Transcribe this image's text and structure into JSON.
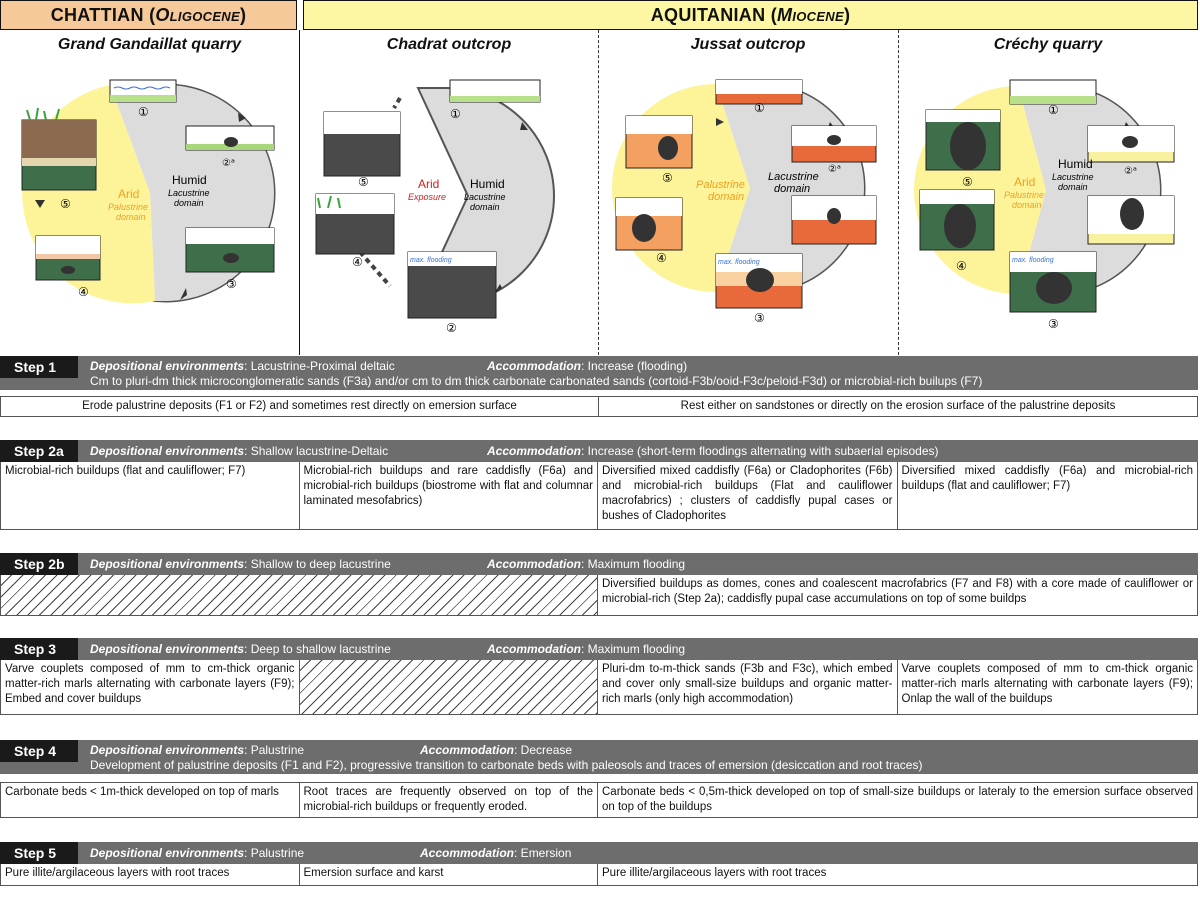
{
  "headers": {
    "chattian": "CHATTIAN",
    "chattian_sub": "Oligocene",
    "aquitanian": "AQUITANIAN",
    "aquitanian_sub": "Miocene"
  },
  "localities": [
    "Grand Gandaillat quarry",
    "Chadrat outcrop",
    "Jussat outcrop",
    "Créchy quarry"
  ],
  "panel_labels": {
    "arid": "Arid",
    "humid": "Humid",
    "palustrine": "Palustrine",
    "domain": "domain",
    "lacustrine": "Lacustrine",
    "exposure": "Exposure",
    "max_flooding": "max. flooding",
    "n1": "①",
    "n2": "②",
    "n2a": "2a",
    "n3": "③",
    "n4": "④",
    "n5": "⑤"
  },
  "steps": [
    {
      "label": "Step 1",
      "de_key": "Depositional environments",
      "de": ": Lacustrine-Proximal deltaic",
      "ac_key": "Accommodation",
      "ac": ": Increase (flooding)",
      "sub": "Cm to pluri-dm thick microconglomeratic sands (F3a) and/or cm to dm thick carbonate carbonated sands (cortoid-F3b/ooid-F3c/peloid-F3d) or microbial-rich builups (F7)",
      "cells": [
        "Erode palustrine deposits (F1 or F2) and sometimes rest directly on emersion surface",
        "Rest either on sandstones or directly on the erosion surface of the palustrine deposits"
      ]
    },
    {
      "label": "Step 2a",
      "de_key": "Depositional environments",
      "de": ": Shallow lacustrine-Deltaic",
      "ac_key": "Accommodation",
      "ac": ": Increase (short-term floodings alternating with subaerial episodes)",
      "cells": [
        "Microbial-rich buildups (flat and cauliflower; F7)",
        "Microbial-rich buildups and rare caddisfly (F6a) and microbial-rich buildups (biostrome with flat and columnar laminated mesofabrics)",
        "Diversified mixed caddisfly (F6a) or Cladophorites (F6b) and microbial-rich buildups (Flat and cauliflower macrofabrics) ; clusters of caddisfly pupal cases or bushes of Cladophorites",
        "Diversified mixed caddisfly (F6a) and microbial-rich buildups (flat and cauliflower; F7)"
      ]
    },
    {
      "label": "Step 2b",
      "de_key": "Depositional environments",
      "de": ": Shallow to deep lacustrine",
      "ac_key": "Accommodation",
      "ac": ": Maximum flooding",
      "cells": [
        "Diversified buildups as domes, cones and coalescent macrofabrics (F7 and F8) with a core made of cauliflower or microbial-rich (Step 2a); caddisfly pupal case accumulations on top of some buildps"
      ]
    },
    {
      "label": "Step 3",
      "de_key": "Depositional environments",
      "de": ": Deep to shallow lacustrine",
      "ac_key": "Accommodation",
      "ac": ": Maximum flooding",
      "cells": [
        "Varve couplets composed of mm to cm-thick organic matter-rich marls alternating with carbonate layers (F9); Embed and cover buildups",
        "Pluri-dm to-m-thick sands (F3b and F3c), which embed and cover only small-size buildups and organic matter-rich marls (only high accommodation)",
        "Varve couplets composed of mm to cm-thick organic matter-rich marls alternating with carbonate layers (F9); Onlap the wall of the buildups"
      ]
    },
    {
      "label": "Step 4",
      "de_key": "Depositional environments",
      "de": ": Palustrine",
      "ac_key": "Accommodation",
      "ac": ": Decrease",
      "sub": "Development of palustrine deposits (F1 and F2), progressive transition to carbonate beds with paleosols and traces of emersion (desiccation and root traces)",
      "cells": [
        "Carbonate beds < 1m-thick developed on top of marls",
        "Root traces are frequently observed on top of the microbial-rich buildups or frequently eroded.",
        "Carbonate beds < 0,5m-thick developed on top of small-size buildups or lateraly to the emersion surface observed on top of the buildups"
      ]
    },
    {
      "label": "Step 5",
      "de_key": "Depositional environments",
      "de": ": Palustrine",
      "ac_key": "Accommodation",
      "ac": ": Emersion",
      "cells": [
        "Pure illite/argilaceous layers with root traces",
        "Emersion surface and karst",
        "Pure illite/argilaceous layers with root traces"
      ]
    }
  ]
}
